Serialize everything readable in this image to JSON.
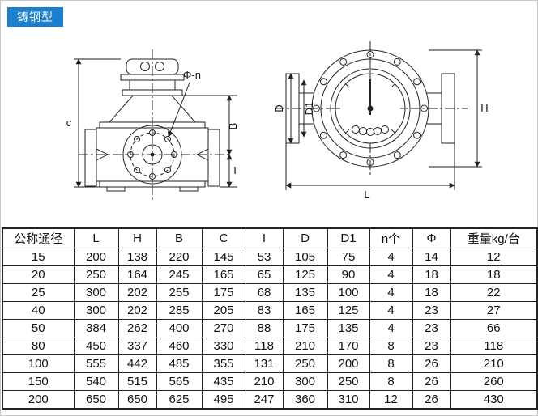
{
  "badge": {
    "label": "铸钢型"
  },
  "colors": {
    "badge_bg": "#1b7fd0",
    "badge_fg": "#ffffff",
    "line": "#222222"
  },
  "drawing": {
    "side_view": {
      "bolt_label": "Φ-n",
      "dim_c": "c",
      "dim_b": "B",
      "dim_i": "I"
    },
    "front_view": {
      "dim_d": "D",
      "dim_d1": "D1",
      "dim_l": "L",
      "dim_h": "H"
    }
  },
  "table": {
    "headers": [
      "公称通径",
      "L",
      "H",
      "B",
      "C",
      "I",
      "D",
      "D1",
      "n个",
      "Φ",
      "重量kg/台"
    ],
    "rows": [
      [
        "15",
        "200",
        "138",
        "220",
        "145",
        "53",
        "105",
        "75",
        "4",
        "14",
        "12"
      ],
      [
        "20",
        "250",
        "164",
        "245",
        "165",
        "65",
        "125",
        "90",
        "4",
        "18",
        "18"
      ],
      [
        "25",
        "300",
        "202",
        "255",
        "175",
        "68",
        "135",
        "100",
        "4",
        "18",
        "22"
      ],
      [
        "40",
        "300",
        "202",
        "285",
        "205",
        "83",
        "165",
        "125",
        "4",
        "23",
        "27"
      ],
      [
        "50",
        "384",
        "262",
        "400",
        "270",
        "88",
        "175",
        "135",
        "4",
        "23",
        "66"
      ],
      [
        "80",
        "450",
        "337",
        "460",
        "330",
        "118",
        "210",
        "170",
        "8",
        "23",
        "118"
      ],
      [
        "100",
        "555",
        "442",
        "485",
        "355",
        "131",
        "250",
        "200",
        "8",
        "26",
        "210"
      ],
      [
        "150",
        "540",
        "515",
        "565",
        "435",
        "210",
        "300",
        "250",
        "8",
        "26",
        "260"
      ],
      [
        "200",
        "650",
        "650",
        "625",
        "495",
        "247",
        "360",
        "310",
        "12",
        "26",
        "430"
      ]
    ]
  }
}
